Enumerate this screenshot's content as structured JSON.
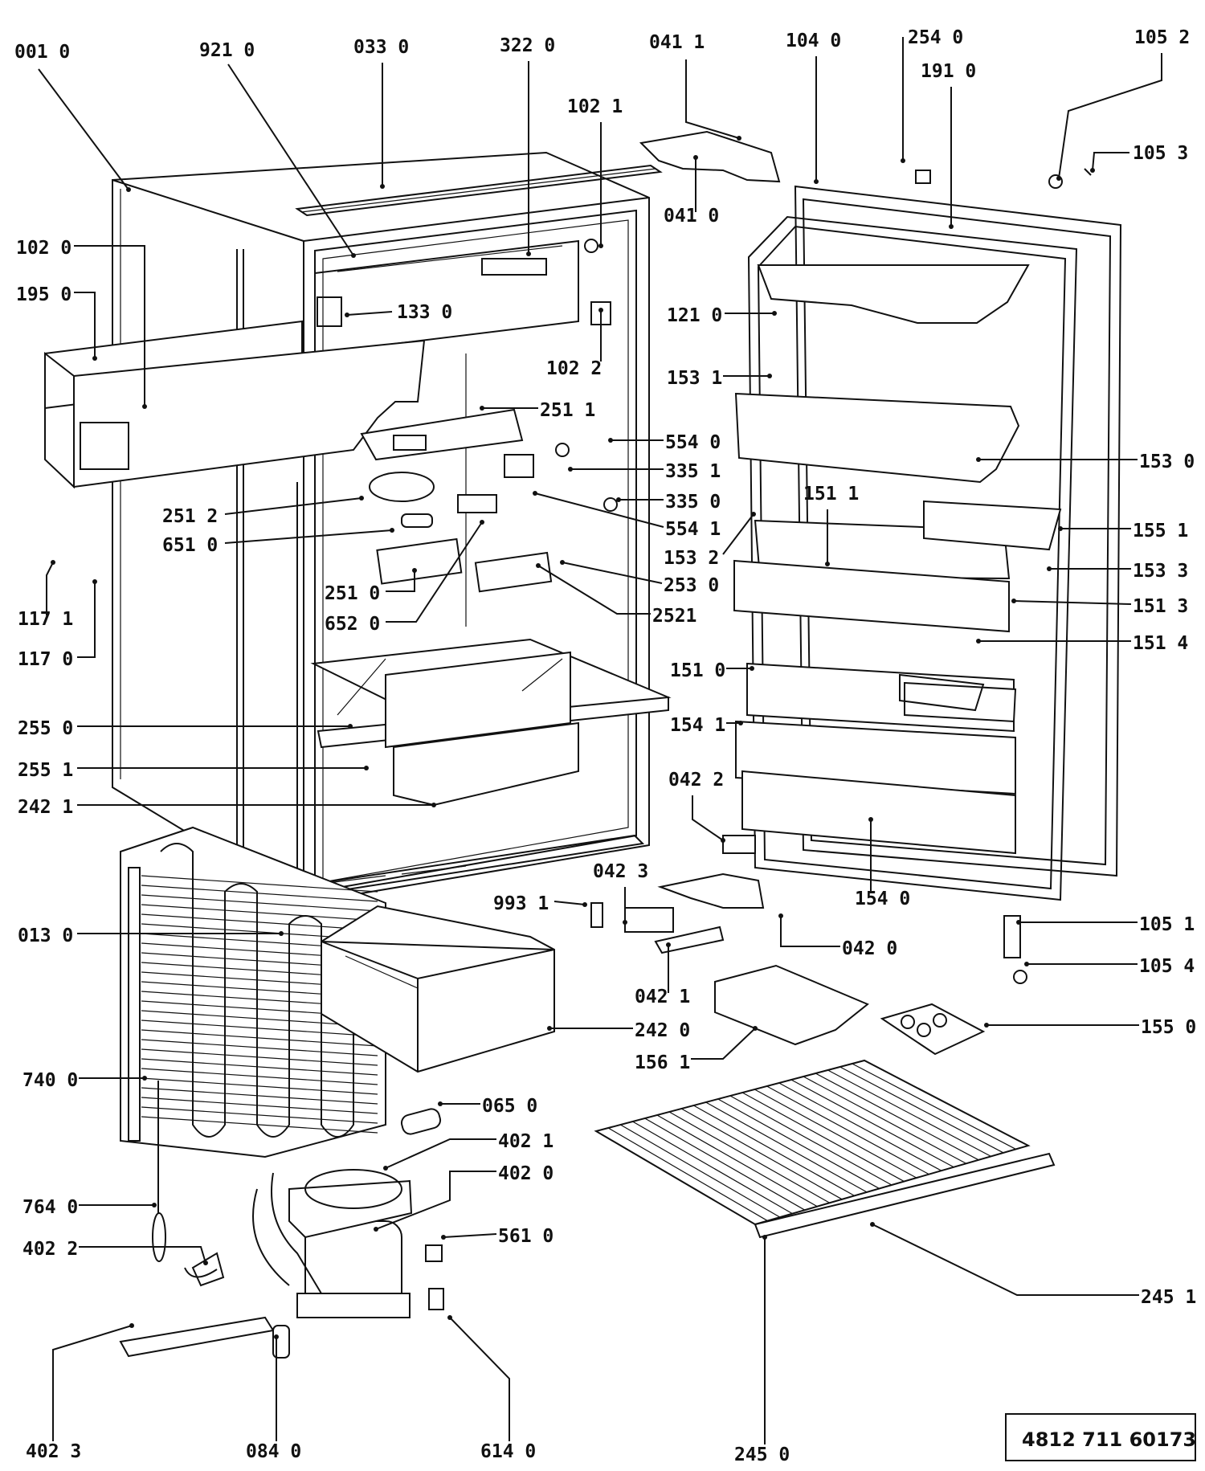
{
  "diagram": {
    "reference_number": "4812 711 60173",
    "labels": [
      {
        "key": "l001",
        "text": "001 0"
      },
      {
        "key": "l921",
        "text": "921 0"
      },
      {
        "key": "l033",
        "text": "033 0"
      },
      {
        "key": "l322",
        "text": "322 0"
      },
      {
        "key": "l0411",
        "text": "041 1"
      },
      {
        "key": "l104",
        "text": "104 0"
      },
      {
        "key": "l254",
        "text": "254 0"
      },
      {
        "key": "l191",
        "text": "191 0"
      },
      {
        "key": "l1052",
        "text": "105 2"
      },
      {
        "key": "l1021",
        "text": "102 1"
      },
      {
        "key": "l1053",
        "text": "105 3"
      },
      {
        "key": "l0410",
        "text": "041 0"
      },
      {
        "key": "l1020",
        "text": "102 0"
      },
      {
        "key": "l195",
        "text": "195 0"
      },
      {
        "key": "l133",
        "text": "133 0"
      },
      {
        "key": "l121",
        "text": "121 0"
      },
      {
        "key": "l1022",
        "text": "102 2"
      },
      {
        "key": "l1531",
        "text": "153 1"
      },
      {
        "key": "l2511",
        "text": "251 1"
      },
      {
        "key": "l5540",
        "text": "554 0"
      },
      {
        "key": "l1530",
        "text": "153 0"
      },
      {
        "key": "l3351",
        "text": "335 1"
      },
      {
        "key": "l3350",
        "text": "335 0"
      },
      {
        "key": "l1511",
        "text": "151 1"
      },
      {
        "key": "l2512",
        "text": "251 2"
      },
      {
        "key": "l5541",
        "text": "554 1"
      },
      {
        "key": "l1551",
        "text": "155 1"
      },
      {
        "key": "l651",
        "text": "651 0"
      },
      {
        "key": "l1532",
        "text": "153 2"
      },
      {
        "key": "l1533",
        "text": "153 3"
      },
      {
        "key": "l2530",
        "text": "253 0"
      },
      {
        "key": "l2510",
        "text": "251 0"
      },
      {
        "key": "l1171",
        "text": "117 1"
      },
      {
        "key": "l1513",
        "text": "151 3"
      },
      {
        "key": "l652",
        "text": "652 0"
      },
      {
        "key": "l2521",
        "text": "2521"
      },
      {
        "key": "l1514",
        "text": "151 4"
      },
      {
        "key": "l1170",
        "text": "117 0"
      },
      {
        "key": "l1510",
        "text": "151 0"
      },
      {
        "key": "l2550",
        "text": "255 0"
      },
      {
        "key": "l1541",
        "text": "154 1"
      },
      {
        "key": "l2551",
        "text": "255 1"
      },
      {
        "key": "l0422",
        "text": "042 2"
      },
      {
        "key": "l2421",
        "text": "242 1"
      },
      {
        "key": "l0423",
        "text": "042 3"
      },
      {
        "key": "l9931",
        "text": "993 1"
      },
      {
        "key": "l1540",
        "text": "154 0"
      },
      {
        "key": "l013",
        "text": "013 0"
      },
      {
        "key": "l1051",
        "text": "105 1"
      },
      {
        "key": "l0420",
        "text": "042 0"
      },
      {
        "key": "l0421",
        "text": "042 1"
      },
      {
        "key": "l1054",
        "text": "105 4"
      },
      {
        "key": "l2420",
        "text": "242 0"
      },
      {
        "key": "l1550",
        "text": "155 0"
      },
      {
        "key": "l1561",
        "text": "156 1"
      },
      {
        "key": "l740",
        "text": "740 0"
      },
      {
        "key": "l065",
        "text": "065 0"
      },
      {
        "key": "l4021",
        "text": "402 1"
      },
      {
        "key": "l4020",
        "text": "402 0"
      },
      {
        "key": "l764",
        "text": "764 0"
      },
      {
        "key": "l561",
        "text": "561 0"
      },
      {
        "key": "l4022",
        "text": "402 2"
      },
      {
        "key": "l2451",
        "text": "245 1"
      },
      {
        "key": "l4023",
        "text": "402 3"
      },
      {
        "key": "l084",
        "text": "084 0"
      },
      {
        "key": "l614",
        "text": "614 0"
      },
      {
        "key": "l2450",
        "text": "245 0"
      }
    ]
  }
}
